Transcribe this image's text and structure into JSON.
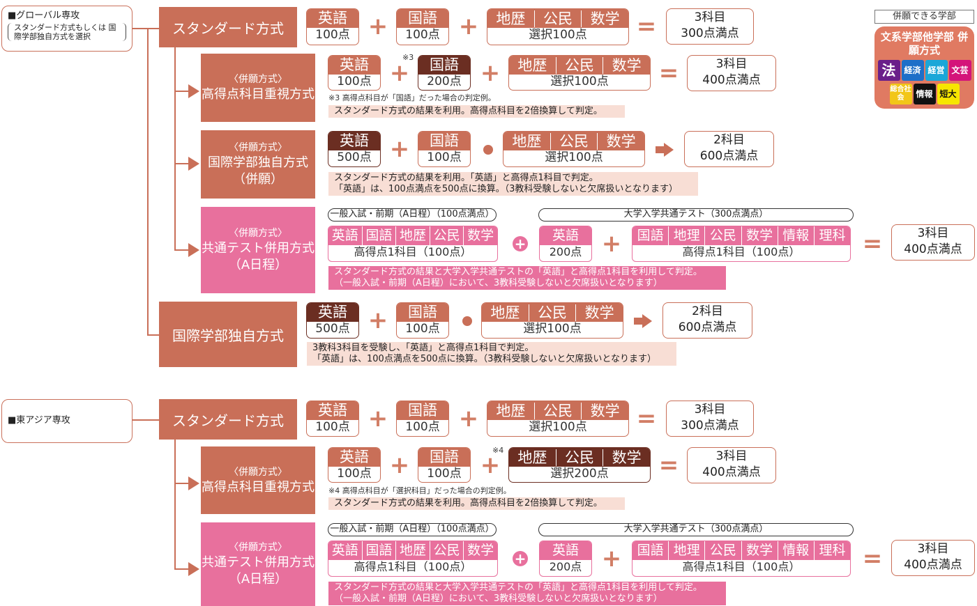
{
  "tracks": [
    {
      "label": "■グローバル専攻",
      "sub": "スタンダード方式もしくは 国際学部独自方式を選択"
    },
    {
      "label": "■東アジア専攻"
    }
  ],
  "methods": {
    "standard": "スタンダード方式",
    "heigan": "〈併願方式〉",
    "koutoku": "高得点科目重視方式",
    "kokusai_dokuji": "国際学部独自方式",
    "heigan_paren": "（併願）",
    "kyotsu": "共通テスト併用方式",
    "a_nittei": "（A日程）"
  },
  "subjects": {
    "eigo": "英語",
    "kokugo": "国語",
    "chireki": "地歴",
    "koumin": "公民",
    "suugaku": "数学",
    "chirirekishi": "地理歴史",
    "jouhou": "情報",
    "rika": "理科"
  },
  "points": {
    "p100": "100点",
    "p200": "200点",
    "p500": "500点",
    "sentaku100": "選択100点",
    "sentaku200": "選択200点",
    "koutoku1": "高得点1科目（100点）"
  },
  "operators": {
    "plus": "+",
    "equals": "="
  },
  "results": {
    "r3_300": [
      "3科目",
      "300点満点"
    ],
    "r3_400": [
      "3科目",
      "400点満点"
    ],
    "r2_600": [
      "2科目",
      "600点満点"
    ]
  },
  "footnotes": {
    "mark3": "※3",
    "mark4": "※4",
    "note3": "※3 高得点科目が「国語」だった場合の判定例。",
    "note4": "※4 高得点科目が「選択科目」だった場合の判定例。",
    "koutoku_desc": "スタンダード方式の結果を利用。高得点科目を2倍換算して判定。",
    "kokusai_desc1": "スタンダード方式の結果を利用。「英語」と高得点1科目で判定。",
    "kokusai_desc2": "「英語」は、100点満点を500点に換算。（3教科受験しないと欠席扱いとなります）",
    "kyotsu_desc1": "スタンダード方式の結果と大学入学共通テストの「英語」と高得点1科目を利用して判定。",
    "kyotsu_desc2": "（一般入試・前期（A日程）において、3教科受験しないと欠席扱いとなります）",
    "dokuji_desc1": "3教科3科目を受験し、「英語」と高得点1科目で判定。",
    "dokuji_desc2": "「英語」は、100点満点を500点に換算。（3教科受験しないと欠席扱いとなります）"
  },
  "capsules": {
    "ippan": "一般入試・前期（A日程）（100点満点）",
    "kyotsu_test": "大学入学共通テスト（300点満点）"
  },
  "legend": {
    "title": "併願できる学部",
    "heading": "文系学部他学部 併願方式",
    "tiles": [
      "法",
      "経済",
      "経営",
      "文芸",
      "総合社会",
      "情報",
      "短大"
    ],
    "colors": {
      "hou": "#6a1f8a",
      "keizai": "#1e6fc8",
      "keiei": "#1aa7d8",
      "bungei": "#d4147a",
      "sougou": "#f2c618",
      "jouhou": "#111111",
      "tandai": "#f7e600"
    }
  },
  "colors": {
    "main": "#c96f58",
    "dark": "#6b2e22",
    "pink": "#e8709d",
    "note_bg": "#f8ded5"
  }
}
